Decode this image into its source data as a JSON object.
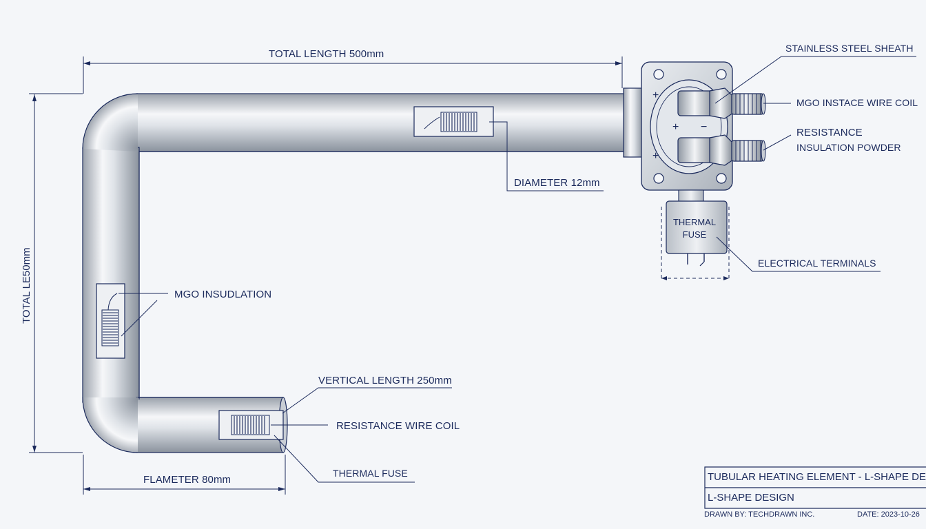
{
  "labels": {
    "total_length": "TOTAL LENGTH 500mm",
    "total_vertical": "TOTAL LE50mm",
    "diameter": "DIAMETER 12mm",
    "flameter": "FLAMETER 80mm",
    "mgo_insulation": "MGO INSUDLATION",
    "vertical_length": "VERTICAL LENGTH 250mm",
    "resistance_wire_coil": "RESISTANCE WIRE COIL",
    "thermal_fuse_callout": "THERMAL FUSE",
    "stainless_steel_sheath": "STAINLESS STEEL SHEATH",
    "mgo_instace_wire_coil": "MGO INSTACE WIRE COIL",
    "resistance_powder_line1": "RESISTANCE",
    "resistance_powder_line2": "INSULATION POWDER",
    "electrical_terminals": "ELECTRICAL TERMINALS",
    "fuse_body_line1": "THERMAL",
    "fuse_body_line2": "FUSE"
  },
  "terminal_signs": {
    "plus_top": "+",
    "plus_bottom": "+",
    "plus_center": "+",
    "minus_center": "−"
  },
  "title_block": {
    "title": "TUBULAR HEATING ELEMENT - L-SHAPE DESIGN",
    "subtitle": "L-SHAPE DESIGN",
    "drawn_by": "DRAWN BY: TECHDRAWN INC.",
    "date": "DATE: 2023-10-26"
  },
  "colors": {
    "line": "#1b2a5c",
    "background": "#f4f6f9",
    "metal_dark": "#9ba3ad",
    "metal_light": "#f7f8fa"
  }
}
